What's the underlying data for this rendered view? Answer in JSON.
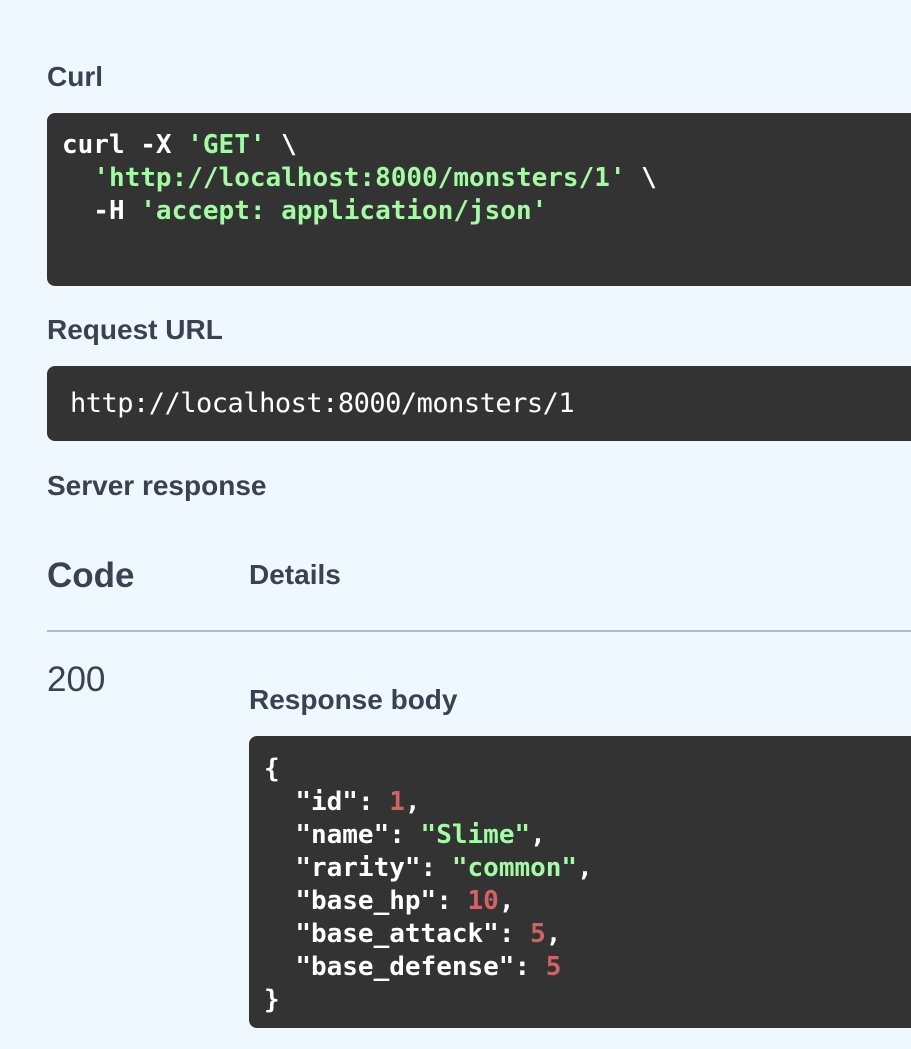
{
  "curl": {
    "label": "Curl",
    "line1": {
      "cmd": "curl -X ",
      "method": "'GET'",
      "cont": " \\"
    },
    "line2": {
      "indent": "  ",
      "url": "'http://localhost:8000/monsters/1'",
      "cont": " \\"
    },
    "line3": {
      "indent": "  -H ",
      "header": "'accept: application/json'"
    }
  },
  "request_url": {
    "label": "Request URL",
    "value": "http://localhost:8000/monsters/1"
  },
  "server_response": {
    "label": "Server response",
    "code_header": "Code",
    "details_header": "Details",
    "code": "200",
    "response_body_label": "Response body",
    "body": {
      "open": "{",
      "close": "}",
      "fields": [
        {
          "key": "\"id\"",
          "value": "1",
          "type": "number",
          "comma": ","
        },
        {
          "key": "\"name\"",
          "value": "\"Slime\"",
          "type": "string",
          "comma": ","
        },
        {
          "key": "\"rarity\"",
          "value": "\"common\"",
          "type": "string",
          "comma": ","
        },
        {
          "key": "\"base_hp\"",
          "value": "10",
          "type": "number",
          "comma": ","
        },
        {
          "key": "\"base_attack\"",
          "value": "5",
          "type": "number",
          "comma": ","
        },
        {
          "key": "\"base_defense\"",
          "value": "5",
          "type": "number",
          "comma": ""
        }
      ]
    }
  },
  "colors": {
    "background": "#eff7ff",
    "heading_text": "#3b4151",
    "code_background": "#333333",
    "code_string": "#a2fca2",
    "code_number": "#d36363"
  }
}
